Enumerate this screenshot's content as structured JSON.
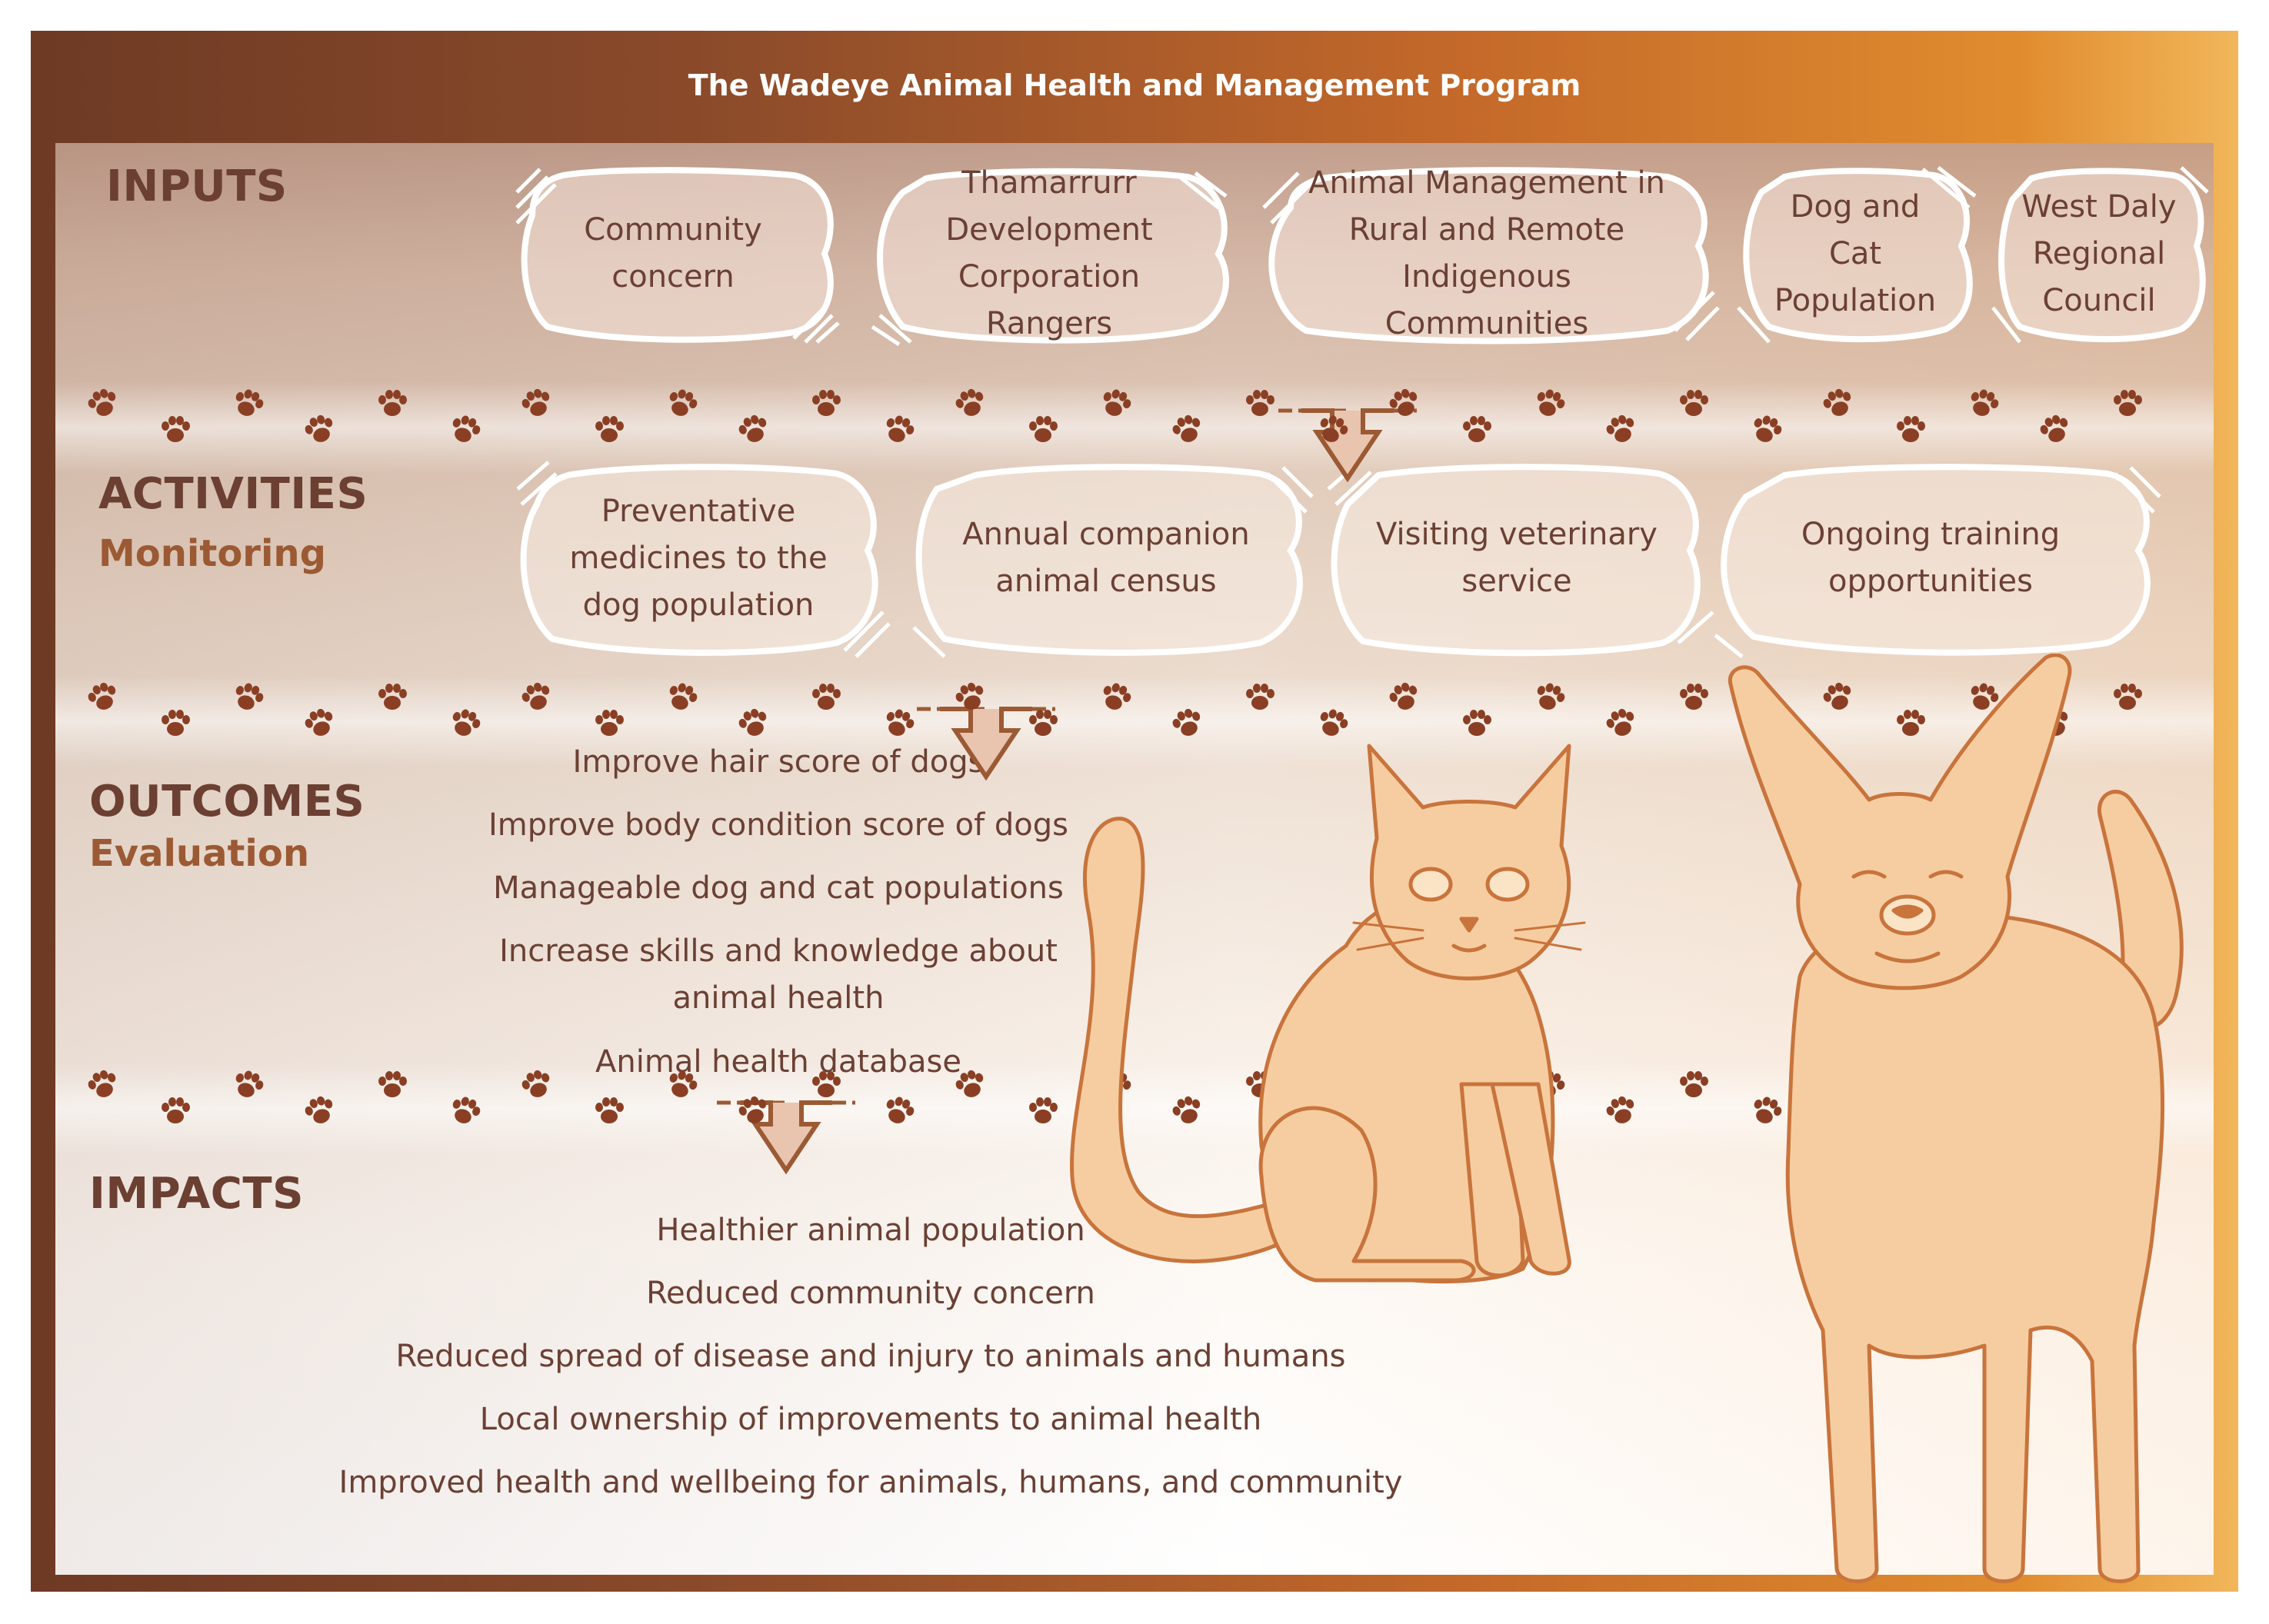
{
  "title": "The Wadeye Animal Health and Management Program",
  "colors": {
    "frame_dark": "#6e3a24",
    "frame_light": "#f2b65a",
    "heading": "#6b3f31",
    "subheading": "#9b5a34",
    "text": "#6b4034",
    "paw": "#8a3f24",
    "arrow_fill": "#e9c4ae",
    "arrow_stroke": "#9b5a34",
    "animal_fill": "#f6cda0",
    "animal_stroke": "#c8743c"
  },
  "inputs": {
    "heading": "INPUTS",
    "items": [
      "Community concern",
      "Thamarrurr Development Corporation Rangers",
      "Animal Management in Rural and Remote Indigenous Communities",
      "Dog and Cat Population",
      "West Daly Regional Council"
    ]
  },
  "activities": {
    "heading": "ACTIVITIES",
    "subheading": "Monitoring",
    "items": [
      "Preventative medicines to the dog population",
      "Annual companion animal census",
      "Visiting veterinary service",
      "Ongoing training opportunities"
    ]
  },
  "outcomes": {
    "heading": "OUTCOMES",
    "subheading": "Evaluation",
    "items": [
      "Improve hair score of dogs",
      "Improve body condition score of dogs",
      "Manageable dog and cat populations",
      "Increase skills and knowledge about animal health",
      "Animal health database"
    ]
  },
  "impacts": {
    "heading": "IMPACTS",
    "items": [
      "Healthier animal population",
      "Reduced community concern",
      "Reduced spread of disease and injury to animals and humans",
      "Local ownership of improvements to animal health",
      "Improved health and wellbeing for animals, humans, and community"
    ]
  },
  "icons": [
    "paw-print-icon",
    "down-arrow-icon",
    "cat-illustration",
    "dog-illustration"
  ]
}
